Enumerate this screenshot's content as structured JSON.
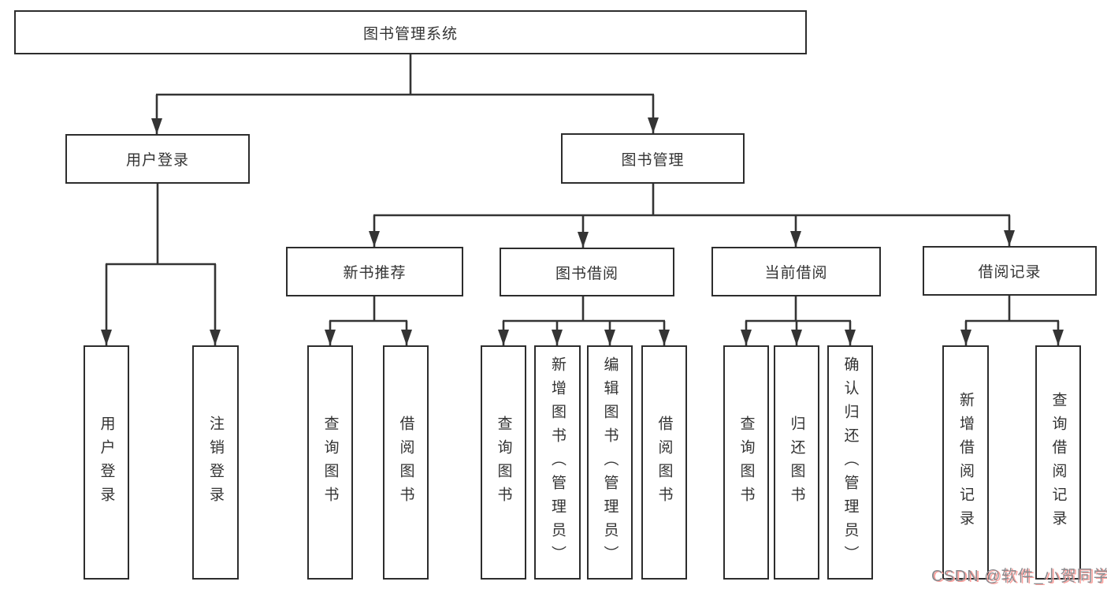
{
  "tree": {
    "root": {
      "label": "图书管理系统"
    },
    "level2": [
      {
        "label": "用户登录"
      },
      {
        "label": "图书管理"
      }
    ],
    "level3": [
      {
        "label": "新书推荐"
      },
      {
        "label": "图书借阅"
      },
      {
        "label": "当前借阅"
      },
      {
        "label": "借阅记录"
      }
    ],
    "leaves": {
      "user_login": [
        "用户登录",
        "注销登录"
      ],
      "new_book": [
        "查询图书",
        "借阅图书"
      ],
      "book_borrow": [
        "查询图书",
        "新增图书（管理员）",
        "编辑图书（管理员）",
        "借阅图书"
      ],
      "current_borrow": [
        "查询图书",
        "归还图书",
        "确认归还（管理员）"
      ],
      "borrow_record": [
        "新增借阅记录",
        "查询借阅记录"
      ]
    }
  },
  "watermark": {
    "text": "CSDN @软件_小贺同学"
  },
  "colors": {
    "line": "#343434",
    "box_border": "#2d2d2d",
    "text": "#333333",
    "background": "#ffffff",
    "watermark_gray": "#8a8a8e",
    "watermark_red": "#fca09c"
  }
}
